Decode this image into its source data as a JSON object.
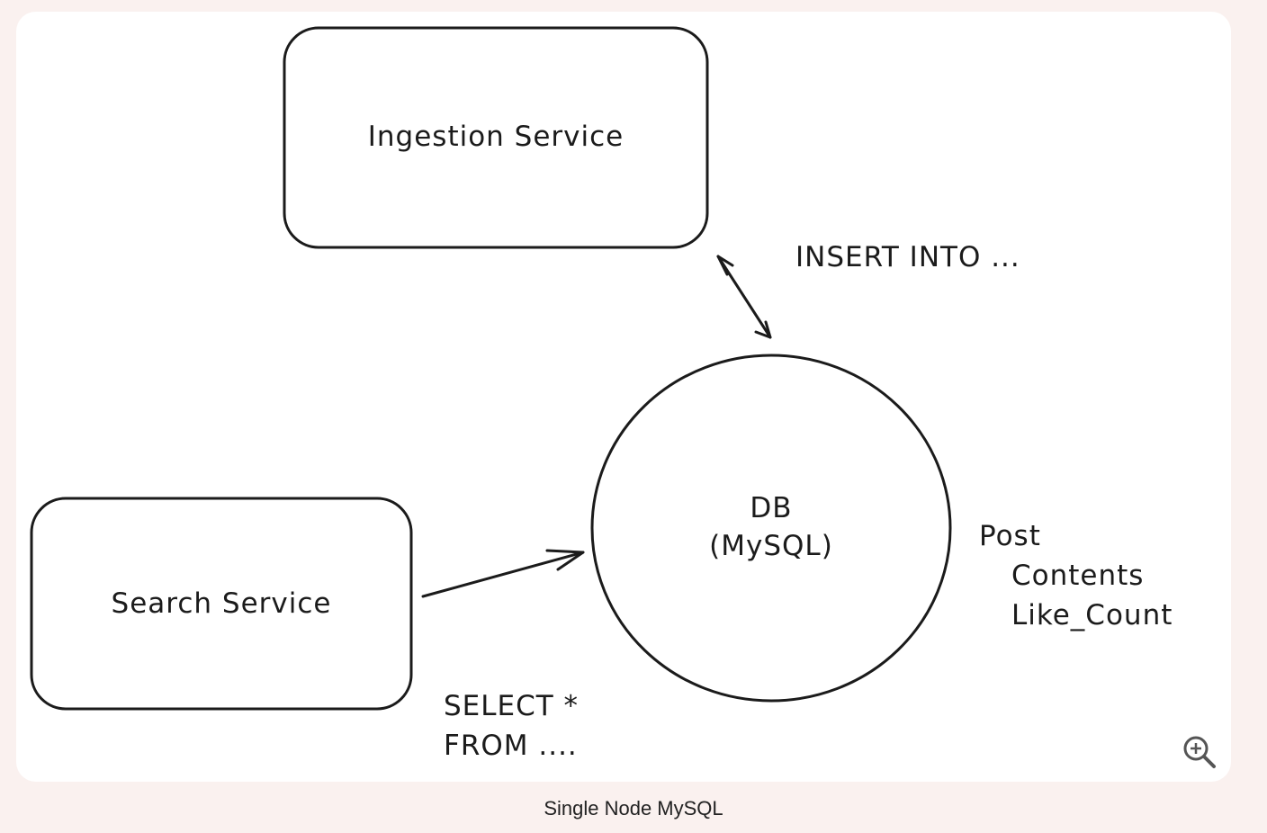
{
  "diagram": {
    "nodes": {
      "ingestion": "Ingestion Service",
      "search": "Search Service",
      "db_line1": "DB",
      "db_line2": "(MySQL)"
    },
    "edges": {
      "insert": "INSERT INTO ...",
      "select_line1": "SELECT *",
      "select_line2": "FROM ...."
    },
    "schema": {
      "table": "Post",
      "columns": [
        "Contents",
        "Like_Count"
      ]
    }
  },
  "caption": "Single Node MySQL",
  "icons": {
    "zoom": "zoom-in-icon"
  }
}
